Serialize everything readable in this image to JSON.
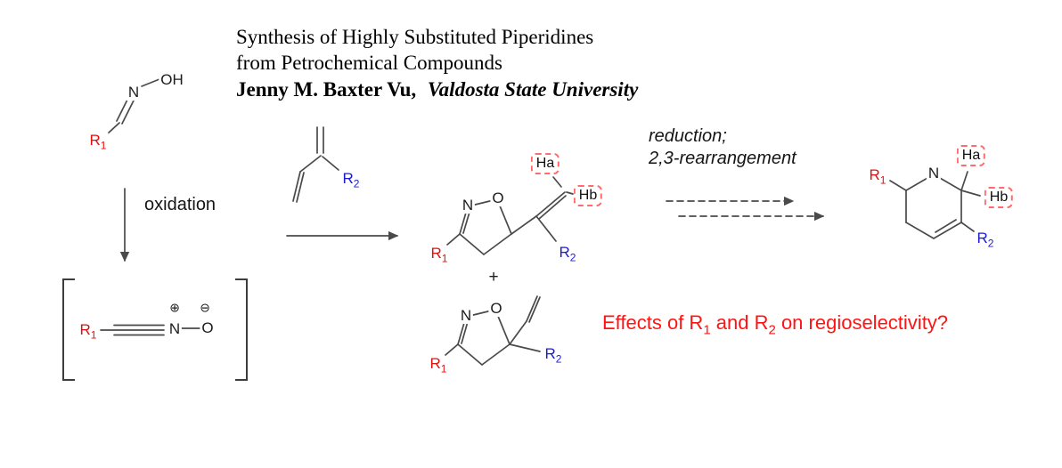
{
  "title": {
    "line1": "Synthesis of Highly Substituted Piperidines",
    "line2": "from Petrochemical Compounds",
    "author": "Jenny M. Baxter Vu,",
    "affiliation": "Valdosta State University"
  },
  "scheme": {
    "oxime": {
      "oh": "OH",
      "n": "N",
      "r1": {
        "base": "R",
        "sub": "1"
      }
    },
    "oxidation_label": "oxidation",
    "nitrile_oxide": {
      "r1": {
        "base": "R",
        "sub": "1"
      },
      "n": "N",
      "o": "O",
      "plus_charge": "⊕",
      "minus_charge": "⊖"
    },
    "diene": {
      "r2": {
        "base": "R",
        "sub": "2"
      }
    },
    "product1": {
      "n": "N",
      "o": "O",
      "r1": {
        "base": "R",
        "sub": "1"
      },
      "r2": {
        "base": "R",
        "sub": "2"
      },
      "ha": "Ha",
      "hb": "Hb"
    },
    "plus_sign": "+",
    "product2": {
      "n": "N",
      "o": "O",
      "r1": {
        "base": "R",
        "sub": "1"
      },
      "r2": {
        "base": "R",
        "sub": "2"
      }
    },
    "reduction": {
      "line1": "reduction;",
      "line2": "2,3-rearrangement"
    },
    "piperidine": {
      "n": "N",
      "r1": {
        "base": "R",
        "sub": "1"
      },
      "r2": {
        "base": "R",
        "sub": "2"
      },
      "ha": "Ha",
      "hb": "Hb"
    },
    "question": {
      "p1": "Effects of R",
      "s1": "1",
      "p2": " and R",
      "s2": "2",
      "p3": " on regioselectivity?"
    }
  },
  "colors": {
    "r1_label": "#e01010",
    "r2_label": "#1a1ad0",
    "question_text": "#ff1414",
    "highlight_box": "#ff6b6b",
    "bond": "#4a4a4a"
  }
}
